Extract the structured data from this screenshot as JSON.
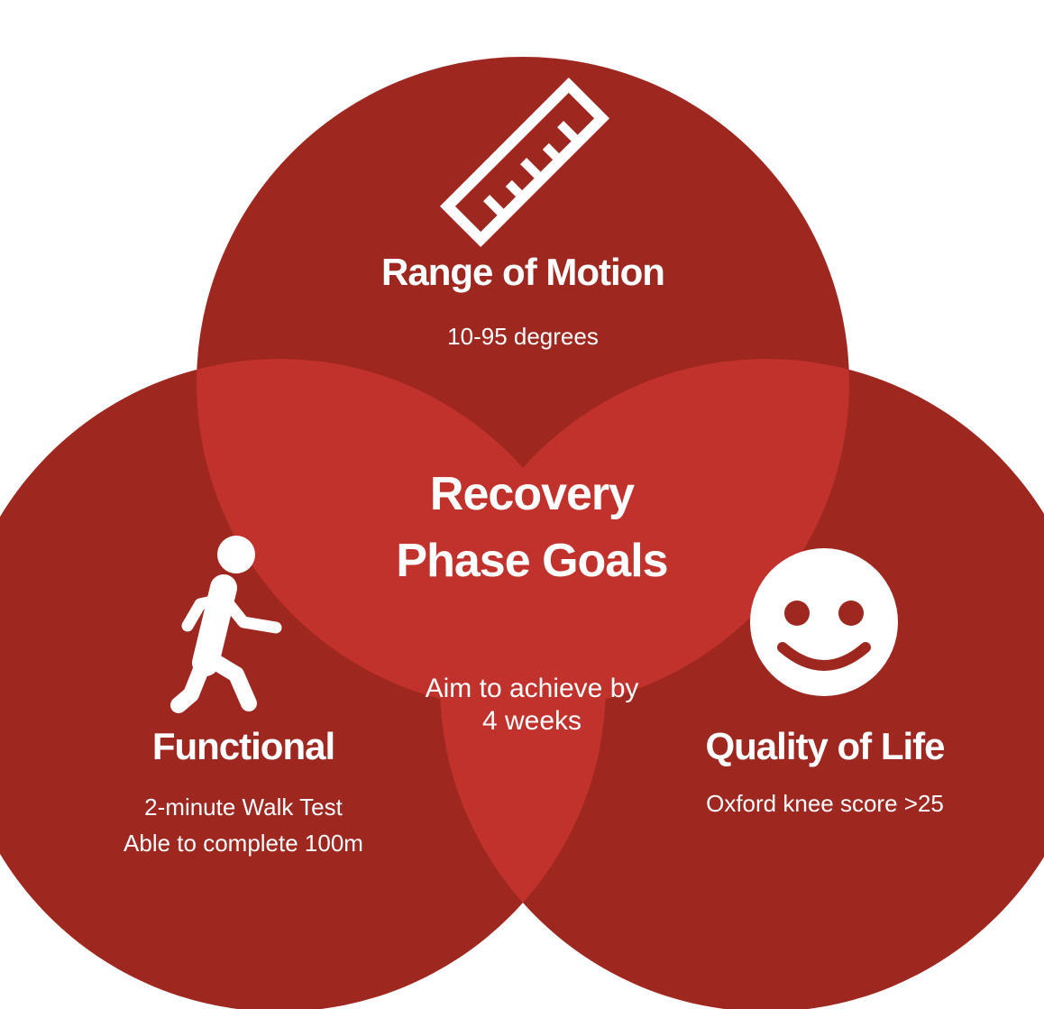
{
  "colors": {
    "circle": "#9e2720",
    "overlap": "#c0322b",
    "text": "#ffffff"
  },
  "icons": {
    "top": "ruler-icon",
    "left": "walking-person-icon",
    "right": "smiley-face-icon"
  },
  "top_circle": {
    "title": "Range of Motion",
    "detail": "10-95  degrees"
  },
  "left_circle": {
    "title": "Functional",
    "detail_line1": "2-minute Walk Test",
    "detail_line2": "Able to complete 100m"
  },
  "right_circle": {
    "title": "Quality of Life",
    "detail": "Oxford knee score >25"
  },
  "center": {
    "title_line1": "Recovery",
    "title_line2": "Phase Goals"
  },
  "bottom_overlap": {
    "text": "Aim to achieve by 4 weeks"
  }
}
